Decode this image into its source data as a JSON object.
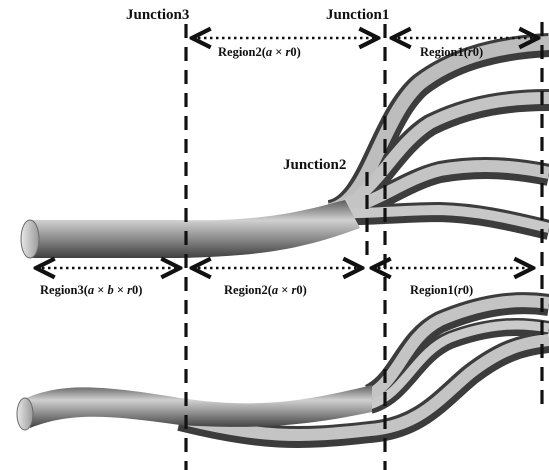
{
  "junctions": {
    "j1": "Junction1",
    "j2": "Junction2",
    "j3": "Junction3"
  },
  "regions_top": {
    "region2": {
      "prefix": "Region2(",
      "a": "a",
      "times1": " × ",
      "r": "r",
      "suffix": "0)"
    },
    "region1": {
      "prefix": "Region1(",
      "r": "r",
      "suffix": "0)"
    }
  },
  "regions_bottom": {
    "region3": {
      "prefix": "Region3(",
      "a": "a",
      "times1": " × ",
      "b": "b",
      "times2": " × ",
      "r": "r",
      "suffix": "0)"
    },
    "region2": {
      "prefix": "Region2(",
      "a": "a",
      "times1": " × ",
      "r": "r",
      "suffix": "0)"
    },
    "region1": {
      "prefix": "Region1(",
      "r": "r",
      "suffix": "0)"
    }
  },
  "colors": {
    "tube_dark": "#4a4a4a",
    "tube_mid": "#8c8c8c",
    "tube_light": "#d9d9d9",
    "line": "#111111"
  }
}
